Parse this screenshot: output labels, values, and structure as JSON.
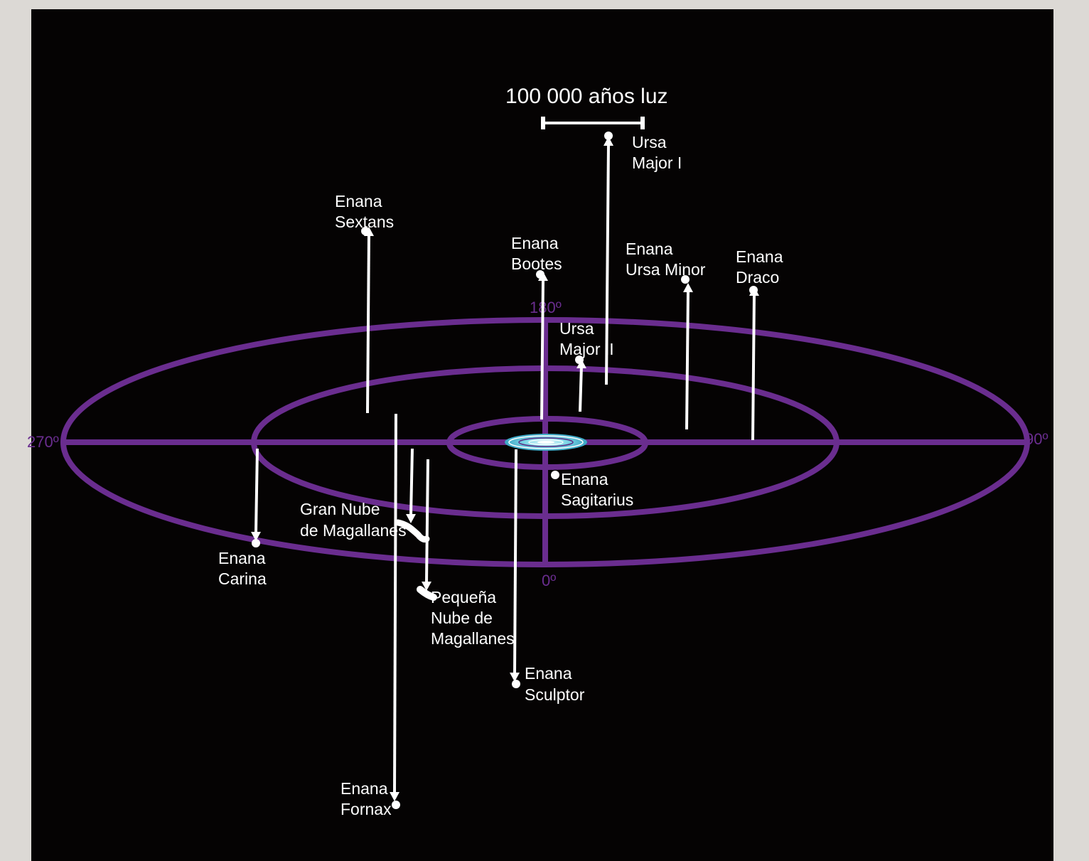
{
  "colors": {
    "background": "#050303",
    "frame": "#dcd9d5",
    "rings": "#6a2d8f",
    "markers": "#ffffff",
    "galaxy_core": "#7fd7e6"
  },
  "scale_bar": {
    "label": "100 000 años luz"
  },
  "angles": {
    "a0": "0º",
    "a90": "90º",
    "a180": "180º",
    "a270": "270º"
  },
  "objects": [
    {
      "id": "ursa-major-1",
      "lines": [
        "Ursa",
        "Major I"
      ]
    },
    {
      "id": "sextans",
      "lines": [
        "Enana",
        "Sextans"
      ]
    },
    {
      "id": "bootes",
      "lines": [
        "Enana",
        "Bootes"
      ]
    },
    {
      "id": "ursa-minor",
      "lines": [
        "Enana",
        "Ursa Minor"
      ]
    },
    {
      "id": "draco",
      "lines": [
        "Enana",
        "Draco"
      ]
    },
    {
      "id": "ursa-major-2",
      "lines": [
        "Ursa",
        "Major II"
      ]
    },
    {
      "id": "sagitarius",
      "lines": [
        "Enana",
        "Sagitarius"
      ]
    },
    {
      "id": "lmc",
      "lines": [
        "Gran Nube",
        "de Magallanes"
      ]
    },
    {
      "id": "carina",
      "lines": [
        "Enana",
        "Carina"
      ]
    },
    {
      "id": "smc",
      "lines": [
        "Pequeña",
        "Nube de",
        "Magallanes"
      ]
    },
    {
      "id": "sculptor",
      "lines": [
        "Enana",
        "Sculptor"
      ]
    },
    {
      "id": "fornax",
      "lines": [
        "Enana",
        "Fornax"
      ]
    }
  ]
}
